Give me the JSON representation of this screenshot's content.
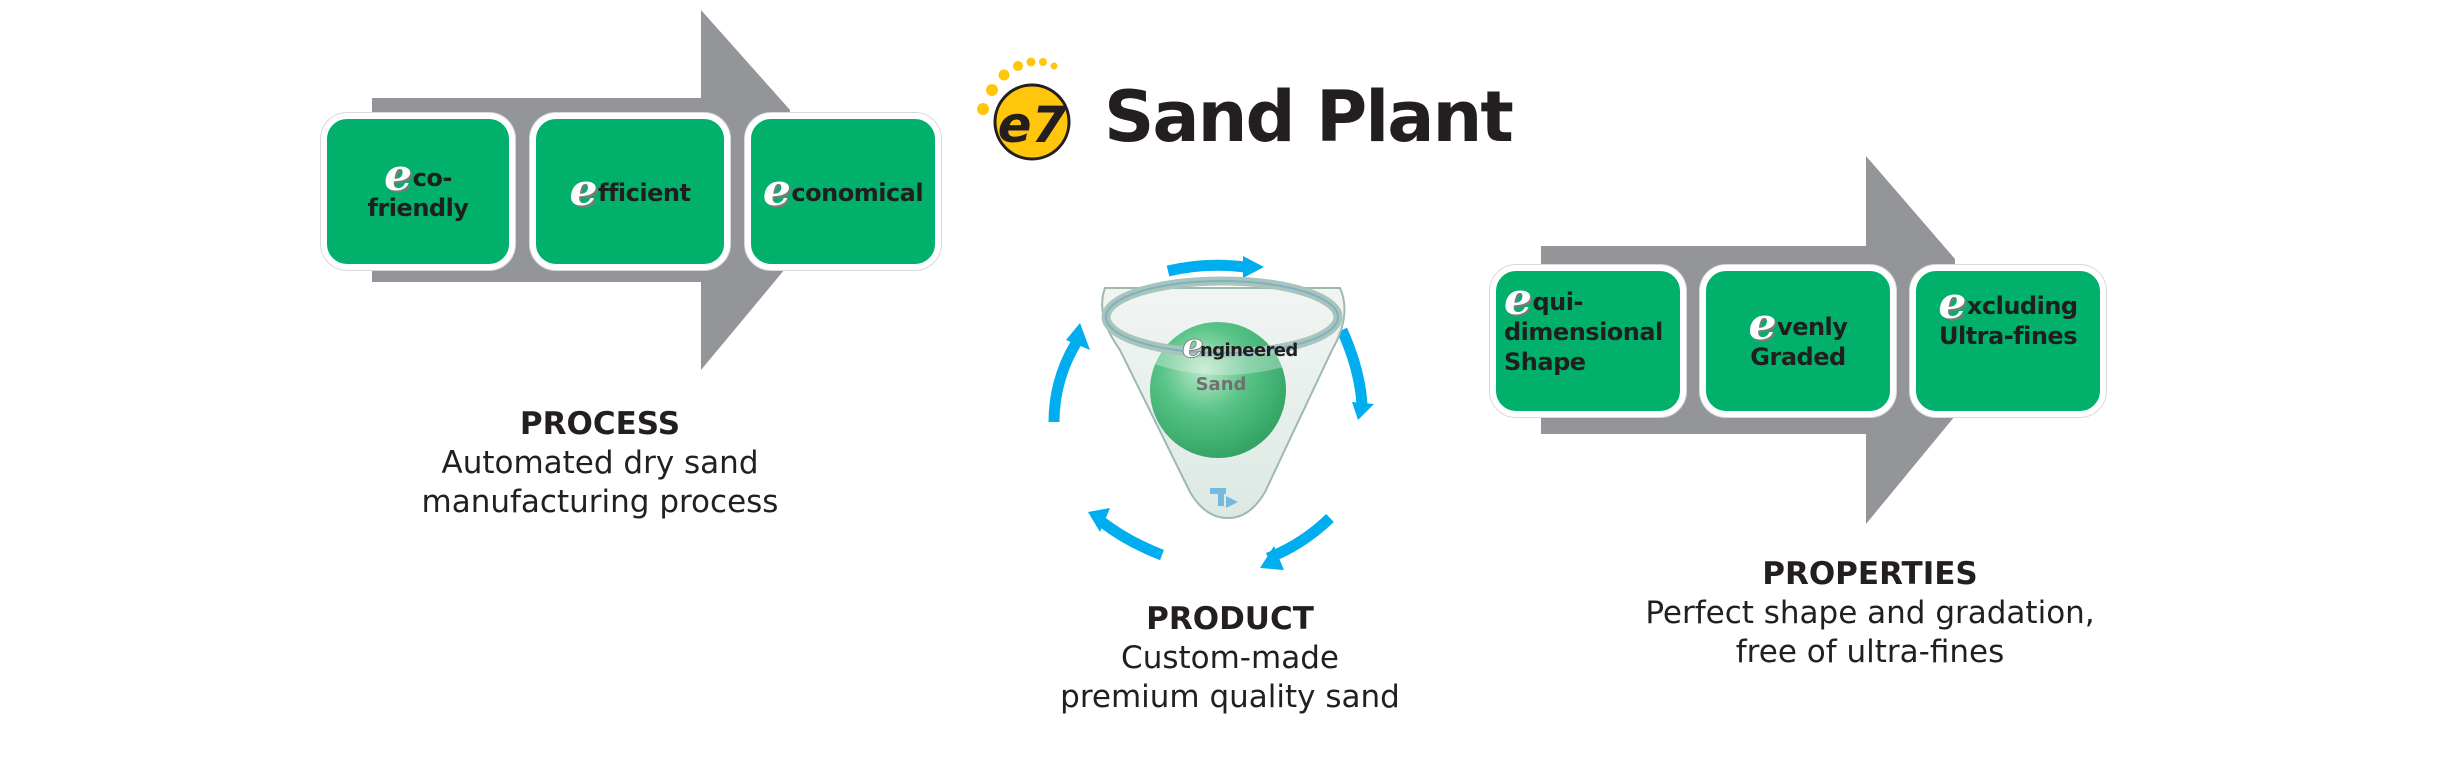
{
  "logo": {
    "badge_text": "e7",
    "title": "Sand Plant"
  },
  "process": {
    "boxes": [
      {
        "initial": "e",
        "rest": "co-",
        "line2": "friendly"
      },
      {
        "initial": "e",
        "rest": "fficient",
        "line2": ""
      },
      {
        "initial": "e",
        "rest": "conomical",
        "line2": ""
      }
    ],
    "caption_title": "PROCESS",
    "caption_lines": [
      "Automated dry sand",
      "manufacturing process"
    ]
  },
  "product": {
    "center_initial": "e",
    "center_rest": "ngineered",
    "center_line2": "Sand",
    "caption_title": "PRODUCT",
    "caption_lines": [
      "Custom-made",
      "premium quality sand"
    ]
  },
  "properties": {
    "boxes": [
      {
        "initial": "e",
        "rest": "qui-",
        "line2": "dimensional",
        "line3": "Shape"
      },
      {
        "initial": "e",
        "rest": "venly",
        "line2": "Graded",
        "line3": ""
      },
      {
        "initial": "e",
        "rest": "xcluding",
        "line2": "Ultra-fines",
        "line3": ""
      }
    ],
    "caption_title": "PROPERTIES",
    "caption_lines": [
      "Perfect shape and gradation,",
      "free of ultra-fines"
    ]
  },
  "colors": {
    "green": "#00b06b",
    "grey_arrow": "#939598",
    "cycle_blue": "#00aeef",
    "logo_yellow": "#ffc60b",
    "text_dark": "#231f20"
  }
}
